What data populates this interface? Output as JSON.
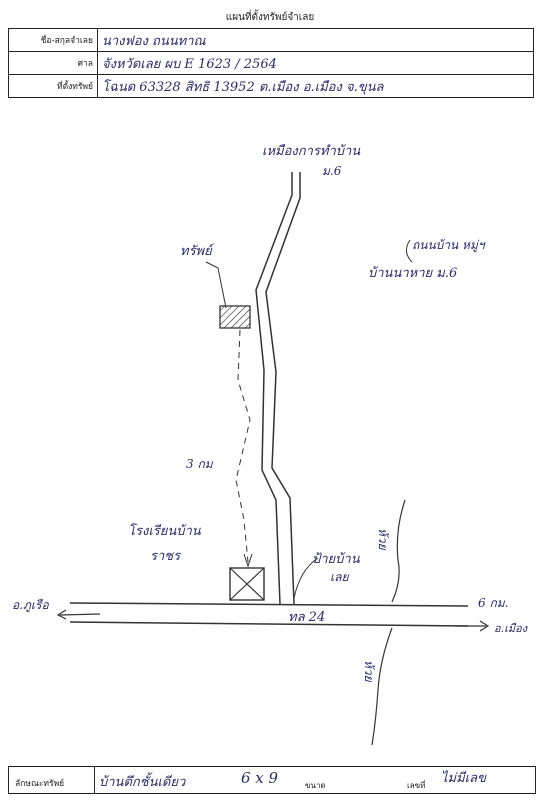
{
  "title": "แผนที่ตั้งทรัพย์จำเลย",
  "header": {
    "rows": [
      {
        "label": "ชื่อ-สกุลจำเลย",
        "value": "นางฟอง ถนนทาณ"
      },
      {
        "label": "ศาล",
        "value": "จังหวัดเลย  ผบ E 1623 / 2564"
      },
      {
        "label": "ที่ตั้งทรัพย์",
        "value": "โฉนด 63328 สิทธิ 13952 ต.เมือง อ.เมือง จ.ขุนล"
      }
    ]
  },
  "map": {
    "road_top_label": "เหมืองการทำบ้าน",
    "road_top_sub": "ม.6",
    "right_note_line1": "ถนนบ้าน หมู่ฯ",
    "right_note_line2": "บ้านนาหาย ม.6",
    "house_label": "ทรัพย์",
    "distance_label": "3 กม",
    "landmark_label_line1": "โรงเรียนบ้าน",
    "landmark_label_line2": "ราชร",
    "junction_label_line1": "ป้ายบ้าน",
    "junction_label_line2": "เลย",
    "road_main_label": "ทล 24",
    "left_arrow_label": "อ.ภูเรือ",
    "right_label_top": "6 กม.",
    "right_label_bottom": "อ.เมือง",
    "stream_top": "ห้วย",
    "stream_bottom": "ห้วย"
  },
  "footer": {
    "label": "ลักษณะทรัพย์",
    "value": "บ้านตึกชั้นเดียว",
    "size_value": "6 x 9",
    "size_label": "ขนาด",
    "number_label": "เลขที่",
    "number_value": "ไม่มีเลข"
  }
}
